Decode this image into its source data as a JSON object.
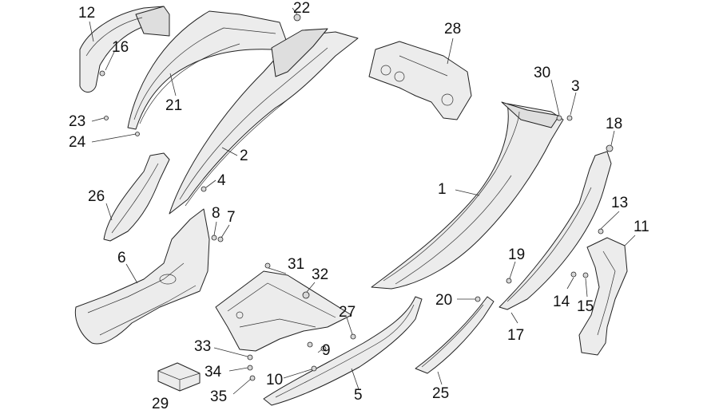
{
  "labels": [
    {
      "id": "12",
      "text": "12"
    },
    {
      "id": "16",
      "text": "16"
    },
    {
      "id": "21",
      "text": "21"
    },
    {
      "id": "22",
      "text": "22"
    },
    {
      "id": "23",
      "text": "23"
    },
    {
      "id": "24",
      "text": "24"
    },
    {
      "id": "2",
      "text": "2"
    },
    {
      "id": "4",
      "text": "4"
    },
    {
      "id": "26",
      "text": "26"
    },
    {
      "id": "8",
      "text": "8"
    },
    {
      "id": "7",
      "text": "7"
    },
    {
      "id": "6",
      "text": "6"
    },
    {
      "id": "28",
      "text": "28"
    },
    {
      "id": "30",
      "text": "30"
    },
    {
      "id": "3",
      "text": "3"
    },
    {
      "id": "18",
      "text": "18"
    },
    {
      "id": "1",
      "text": "1"
    },
    {
      "id": "13",
      "text": "13"
    },
    {
      "id": "11",
      "text": "11"
    },
    {
      "id": "19",
      "text": "19"
    },
    {
      "id": "14",
      "text": "14"
    },
    {
      "id": "15",
      "text": "15"
    },
    {
      "id": "20",
      "text": "20"
    },
    {
      "id": "17",
      "text": "17"
    },
    {
      "id": "31",
      "text": "31"
    },
    {
      "id": "32",
      "text": "32"
    },
    {
      "id": "27",
      "text": "27"
    },
    {
      "id": "33",
      "text": "33"
    },
    {
      "id": "9",
      "text": "9"
    },
    {
      "id": "34",
      "text": "34"
    },
    {
      "id": "10",
      "text": "10"
    },
    {
      "id": "35",
      "text": "35"
    },
    {
      "id": "29",
      "text": "29"
    },
    {
      "id": "5",
      "text": "5"
    },
    {
      "id": "25",
      "text": "25"
    }
  ]
}
